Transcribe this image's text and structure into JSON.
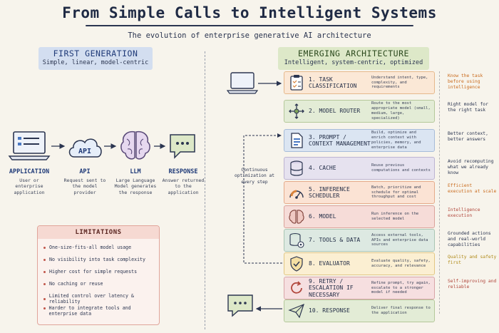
{
  "header": {
    "title": "From Simple Calls to Intelligent Systems",
    "subtitle": "The evolution of enterprise generative AI architecture"
  },
  "first_generation": {
    "title": "FIRST GENERATION",
    "subtitle": "Simple, linear, model-centric",
    "flow": [
      {
        "label": "APPLICATION",
        "desc": "User or enterprise application",
        "icon": "laptop-icon"
      },
      {
        "label": "API",
        "desc": "Request sent to the model provider",
        "icon": "cloud-api-icon"
      },
      {
        "label": "LLM",
        "desc": "Large Language Model generates the response",
        "icon": "brain-icon"
      },
      {
        "label": "RESPONSE",
        "desc": "Answer returned to the application",
        "icon": "chat-bubble-icon"
      }
    ],
    "limitations": {
      "title": "LIMITATIONS",
      "items": [
        "One-size-fits-all model usage",
        "No visibility into task complexity",
        "Higher cost for simple requests",
        "No caching or reuse",
        "Limited control over latency & reliability",
        "Harder to integrate tools and enterprise data"
      ]
    }
  },
  "emerging": {
    "title": "EMERGING ARCHITECTURE",
    "subtitle": "Intelligent, system-centric, optimized",
    "loop_label": "Continuous optimization at every step",
    "stages": [
      {
        "label": "1. TASK CLASSIFICATION",
        "desc": "Understand intent, type, complexity, and requirements",
        "outcome": "Know the task before using intelligence",
        "icon": "clipboard-icon",
        "fill": "#fbe8d6",
        "border": "#e6b98c",
        "outcome_color": "#c96a1c"
      },
      {
        "label": "2. MODEL ROUTER",
        "desc": "Route to the most appropriate model (small, medium, large, specialized)",
        "outcome": "Right model for the right task",
        "icon": "router-icon",
        "fill": "#e3ecd6",
        "border": "#b5c89a",
        "outcome_color": "#2b3550"
      },
      {
        "label": "3. PROMPT / CONTEXT MANAGEMENT",
        "desc": "Build, optimize and enrich context with policies, memory, and enterprise data",
        "outcome": "Better context, better answers",
        "icon": "document-icon",
        "fill": "#dbe5f2",
        "border": "#a7bcd9",
        "outcome_color": "#2b3550"
      },
      {
        "label": "4. CACHE",
        "desc": "Reuse previous computations and contexts",
        "outcome": "Avoid recomputing what we already know",
        "icon": "database-icon",
        "fill": "#e6e2ef",
        "border": "#bdb4d2",
        "outcome_color": "#2b3550"
      },
      {
        "label": "5. INFERENCE SCHEDULER",
        "desc": "Batch, prioritize and schedule for optimal throughput and cost",
        "outcome": "Efficient execution at scale",
        "icon": "gauge-icon",
        "fill": "#fbe3d4",
        "border": "#e5ab8a",
        "outcome_color": "#c96a1c"
      },
      {
        "label": "6. MODEL",
        "desc": "Run inference on the selected model",
        "outcome": "Intelligence execution",
        "icon": "brain-icon",
        "fill": "#f6dcd8",
        "border": "#dba39b",
        "outcome_color": "#b0453a"
      },
      {
        "label": "7. TOOLS & DATA",
        "desc": "Access external tools, APIs and enterprise data sources",
        "outcome": "Grounded actions and real-world capabilities",
        "icon": "tools-database-icon",
        "fill": "#dde9e2",
        "border": "#a9c5b3",
        "outcome_color": "#2b3550"
      },
      {
        "label": "8. EVALUATOR",
        "desc": "Evaluate quality, safety, accuracy, and relevance",
        "outcome": "Quality and safety first",
        "icon": "shield-check-icon",
        "fill": "#fbefd2",
        "border": "#e2c783",
        "outcome_color": "#b08a18"
      },
      {
        "label": "9. RETRY / ESCALATION IF NECESSARY",
        "desc": "Refine prompt, try again, escalate to a stronger model if needed",
        "outcome": "Self-improving and reliable",
        "icon": "retry-icon",
        "fill": "#f6dfe0",
        "border": "#d8a5a8",
        "outcome_color": "#b0453a"
      },
      {
        "label": "10. RESPONSE",
        "desc": "Deliver final response to the application",
        "outcome": "",
        "icon": "paper-plane-icon",
        "fill": "#e3ecd6",
        "border": "#b5c89a",
        "outcome_color": "#2b3550"
      }
    ]
  },
  "palette": {
    "ink": "#2b3550",
    "blue": "#4a78c2",
    "orange": "#d9823a",
    "green": "#7ea35a"
  }
}
